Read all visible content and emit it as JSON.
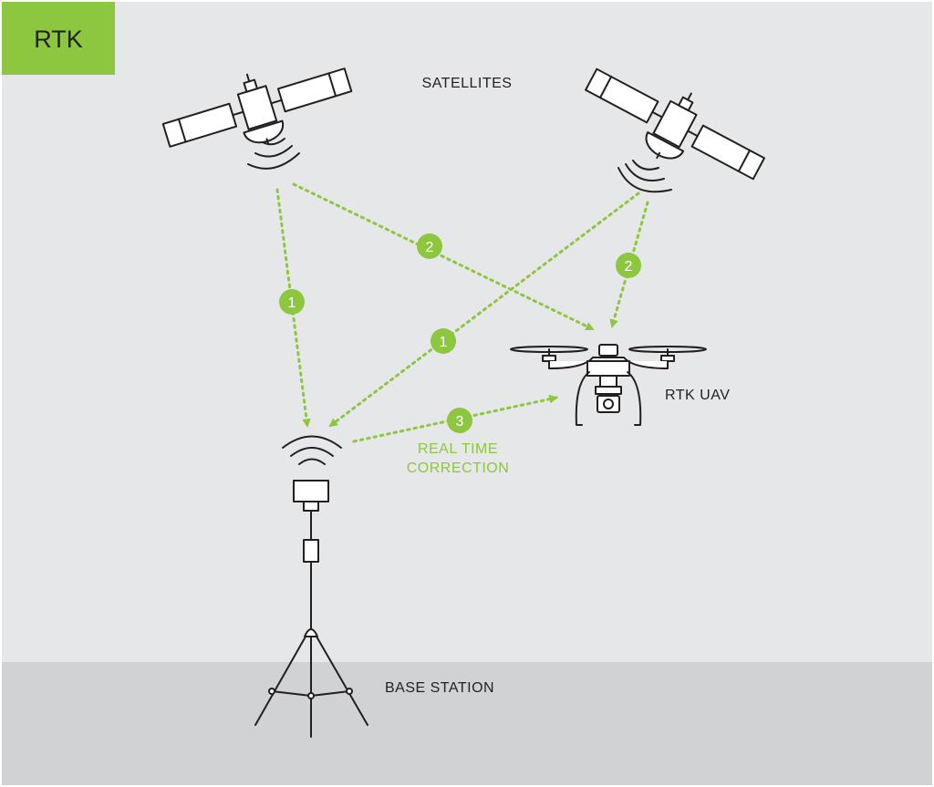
{
  "header": {
    "tag_label": "RTK"
  },
  "labels": {
    "satellites": "SATELLITES",
    "uav": "RTK UAV",
    "base_station": "BASE STATION",
    "correction_line1": "REAL TIME",
    "correction_line2": "CORRECTION"
  },
  "steps": {
    "left_to_base": "1",
    "right_to_base": "1",
    "left_to_uav": "2",
    "right_to_uav": "2",
    "base_to_uav": "3"
  },
  "colors": {
    "background": "#e6e7e8",
    "ground": "#d1d2d4",
    "accent": "#8dc63f",
    "line": "#231f20",
    "text": "#231f20",
    "badge_text": "#ffffff"
  },
  "icons": {
    "satellite_left": "satellite-icon",
    "satellite_right": "satellite-icon",
    "drone": "drone-icon",
    "base_station": "tripod-antenna-icon"
  }
}
